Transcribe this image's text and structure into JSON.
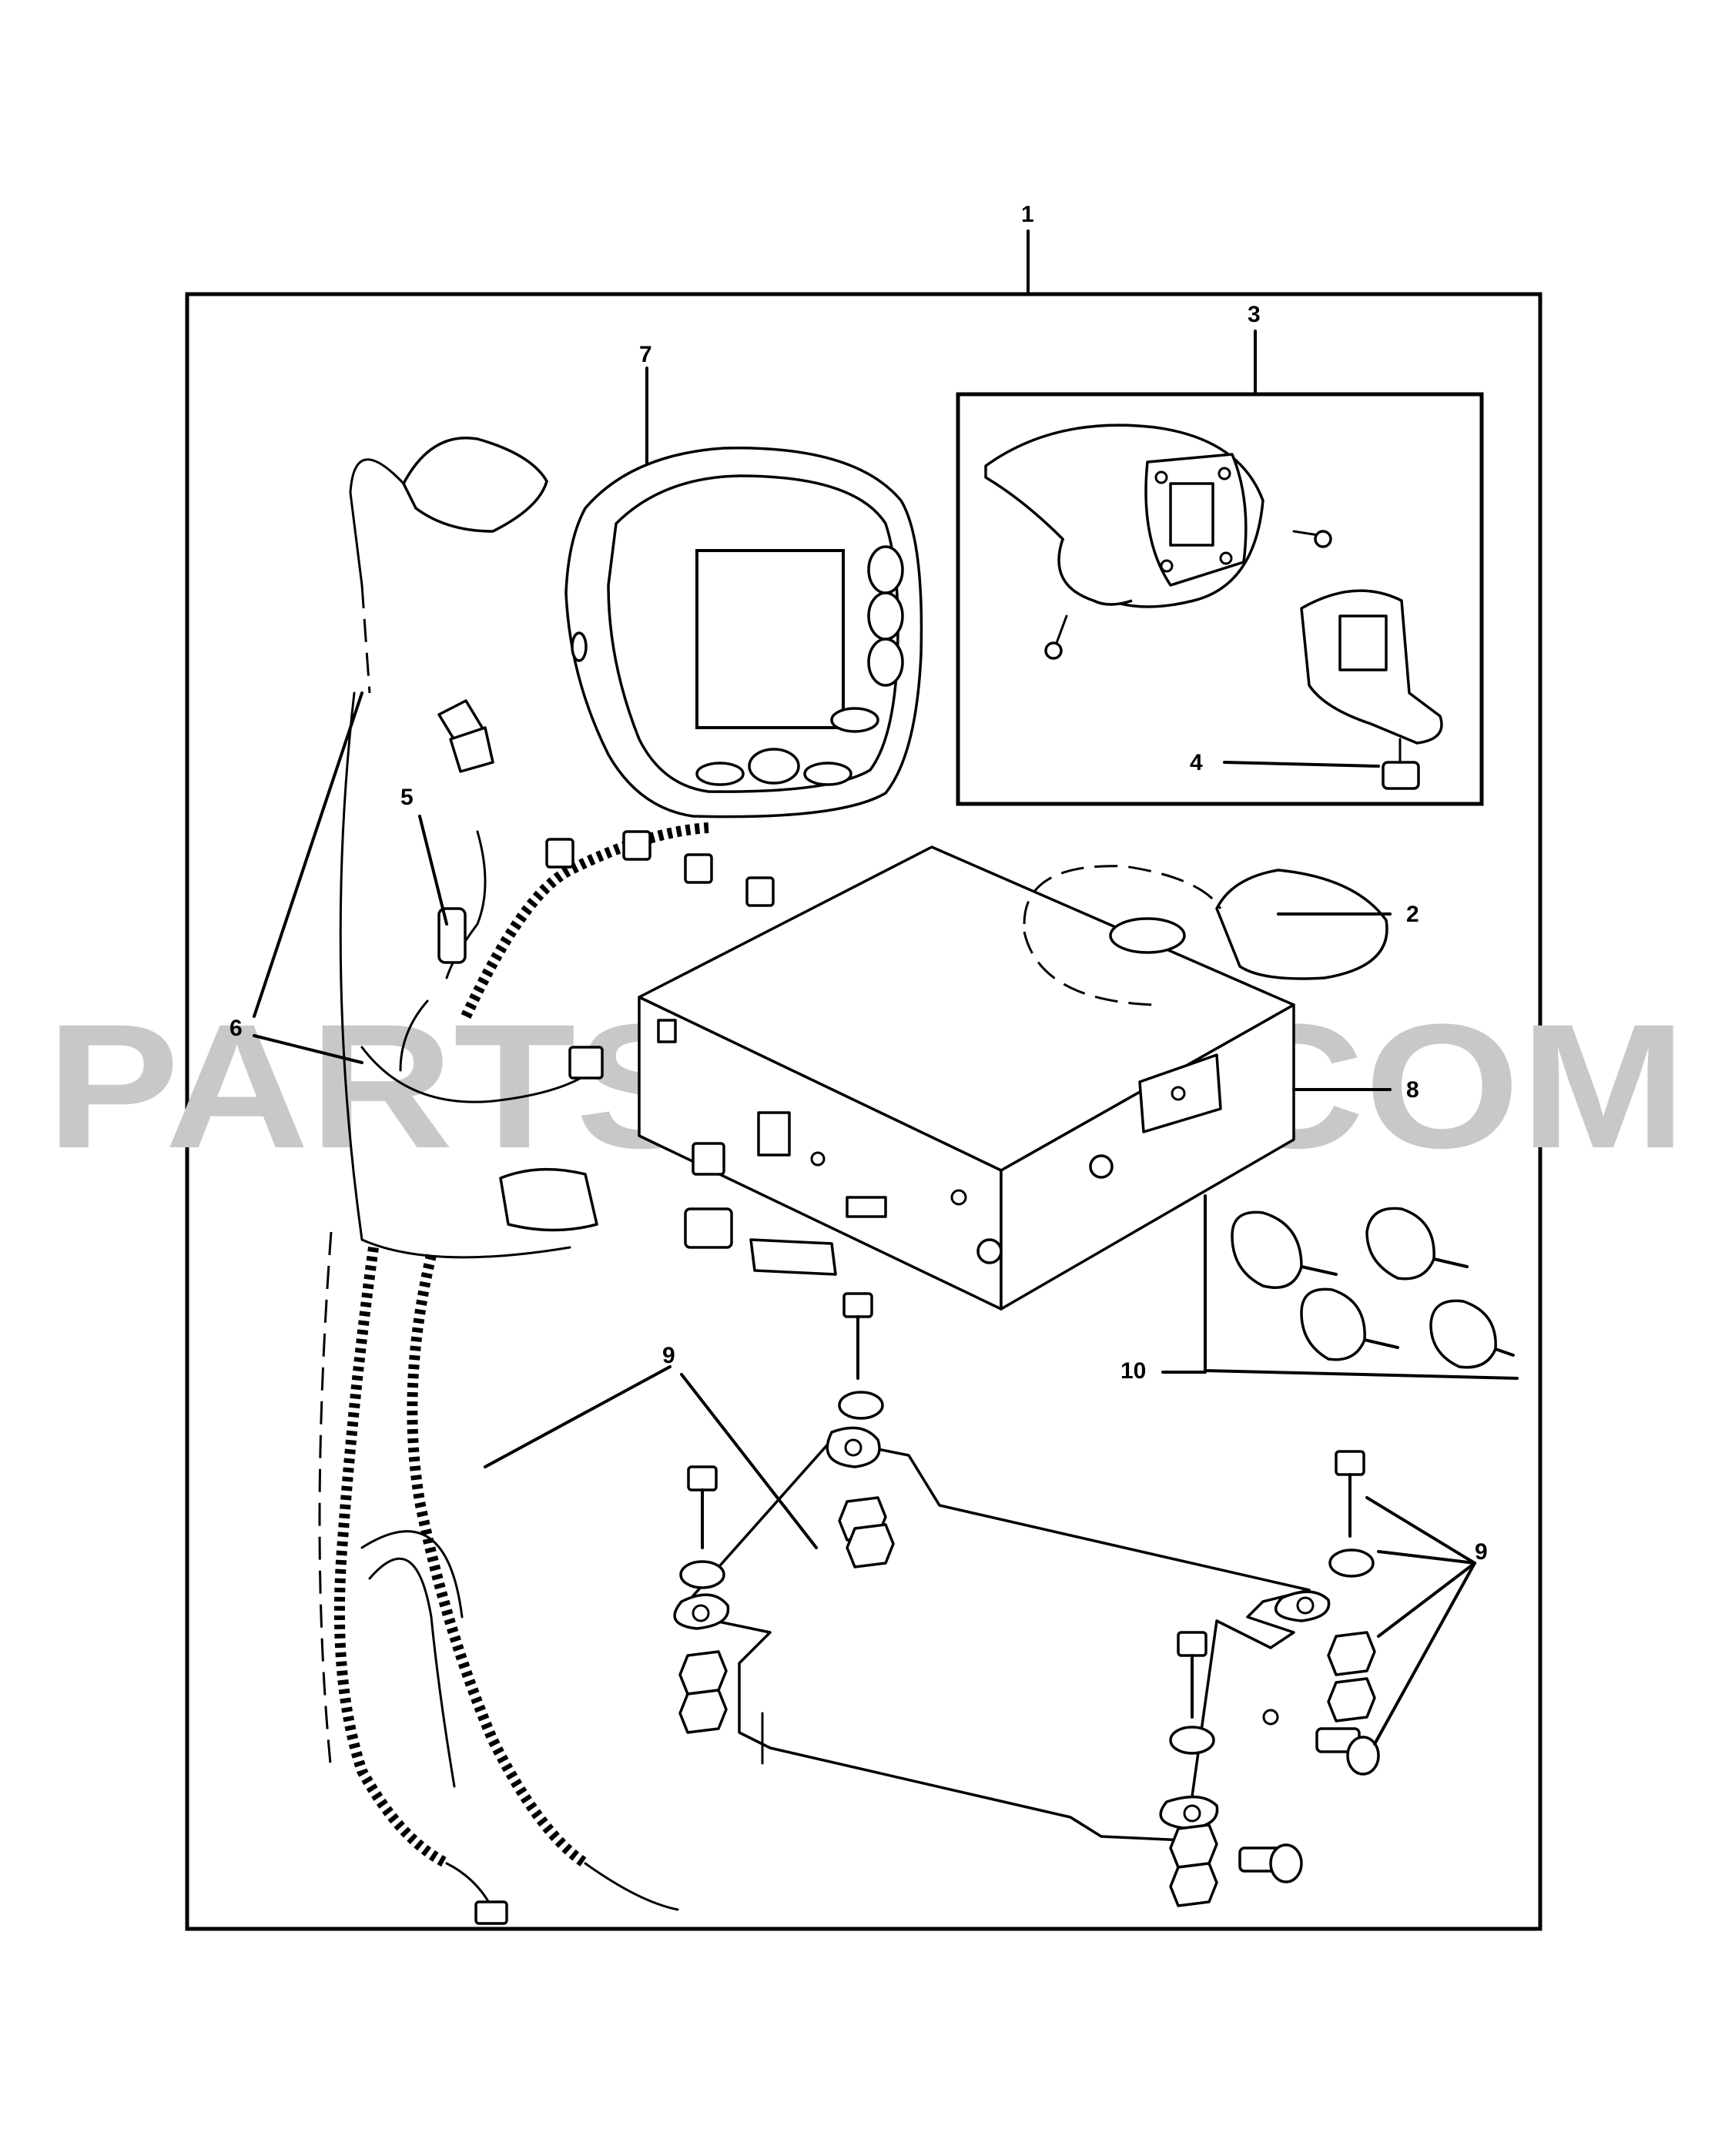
{
  "watermark": "PARTSOUQ.COM",
  "callouts": {
    "c1": "1",
    "c2": "2",
    "c3": "3",
    "c4": "4",
    "c5": "5",
    "c6": "6",
    "c7": "7",
    "c8": "8",
    "c9a": "9",
    "c9b": "9",
    "c10": "10"
  }
}
